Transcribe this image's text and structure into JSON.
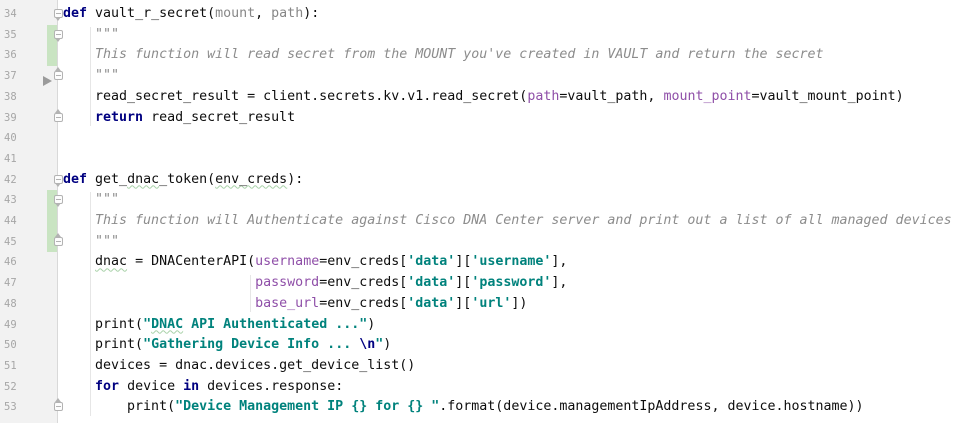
{
  "app": {
    "title": "Python code editor"
  },
  "editor": {
    "first_line": 34,
    "colors": {
      "background": "#ffffff",
      "gutter_background": "#f2f2f2",
      "gutter_separator": "#d9d9d9",
      "line_number": "#a6a6a6",
      "plain": "#0d0d0d",
      "keyword": "#000080",
      "string": "#00827c",
      "keyword_argument": "#8f4fa8",
      "docstring": "#8c8c8c",
      "parameter": "#878787",
      "squiggle": "#a8d1a8",
      "change_bar": "#c9e4c2",
      "fold_marker": "#b3b3b3",
      "run_arrow": "#9b9b9b",
      "indent_guide": "#e6e6e6"
    },
    "gutter": {
      "change_bars": [
        {
          "from": 35,
          "to": 36
        },
        {
          "from": 43,
          "to": 45
        }
      ],
      "folds": [
        {
          "line": 34,
          "dir": "down"
        },
        {
          "line": 35,
          "dir": "down"
        },
        {
          "line": 37,
          "dir": "up"
        },
        {
          "line": 39,
          "dir": "up"
        },
        {
          "line": 42,
          "dir": "down"
        },
        {
          "line": 43,
          "dir": "down"
        },
        {
          "line": 45,
          "dir": "up"
        },
        {
          "line": 53,
          "dir": "up"
        }
      ],
      "run_arrow_after_line": 37
    },
    "indent_guides": [
      {
        "col": 4,
        "from": 35,
        "to": 39
      },
      {
        "col": 4,
        "from": 43,
        "to": 53
      },
      {
        "col": 24,
        "from": 47,
        "to": 48
      }
    ],
    "lines": [
      {
        "n": 34,
        "t": [
          [
            "kw",
            "def"
          ],
          [
            "pl",
            " vault_r_secret("
          ],
          [
            "param",
            "mount"
          ],
          [
            "pl",
            ", "
          ],
          [
            "param",
            "path"
          ],
          [
            "pl",
            "):"
          ]
        ]
      },
      {
        "n": 35,
        "t": [
          [
            "doc",
            "    \"\"\""
          ]
        ]
      },
      {
        "n": 36,
        "t": [
          [
            "doc",
            "    This function will read secret from the MOUNT you've created in VAULT and return the secret"
          ]
        ]
      },
      {
        "n": 37,
        "t": [
          [
            "doc",
            "    \"\"\""
          ]
        ]
      },
      {
        "n": 38,
        "t": [
          [
            "pl",
            "    read_secret_result = client.secrets.kv.v1.read_secret("
          ],
          [
            "kwarg",
            "path"
          ],
          [
            "pl",
            "=vault_path, "
          ],
          [
            "kwarg",
            "mount_point"
          ],
          [
            "pl",
            "=vault_mount_point)"
          ]
        ]
      },
      {
        "n": 39,
        "t": [
          [
            "pl",
            "    "
          ],
          [
            "kw",
            "return"
          ],
          [
            "pl",
            " read_secret_result"
          ]
        ]
      },
      {
        "n": 40,
        "t": []
      },
      {
        "n": 41,
        "t": []
      },
      {
        "n": 42,
        "t": [
          [
            "kw",
            "def"
          ],
          [
            "pl",
            " get_"
          ],
          [
            "pl sq",
            "dnac"
          ],
          [
            "pl",
            "_token("
          ],
          [
            "pl sq",
            "env_creds"
          ],
          [
            "pl",
            "):"
          ]
        ]
      },
      {
        "n": 43,
        "t": [
          [
            "doc",
            "    \"\"\""
          ]
        ]
      },
      {
        "n": 44,
        "t": [
          [
            "doc",
            "    This function will Authenticate against Cisco DNA Center server and print out a list of all managed devices"
          ]
        ]
      },
      {
        "n": 45,
        "t": [
          [
            "doc",
            "    \"\"\""
          ]
        ]
      },
      {
        "n": 46,
        "t": [
          [
            "pl",
            "    "
          ],
          [
            "pl sq",
            "dnac"
          ],
          [
            "pl",
            " = DNACenterAPI("
          ],
          [
            "kwarg",
            "username"
          ],
          [
            "pl",
            "=env_creds["
          ],
          [
            "str",
            "'data'"
          ],
          [
            "pl",
            "]["
          ],
          [
            "str",
            "'username'"
          ],
          [
            "pl",
            "],"
          ]
        ]
      },
      {
        "n": 47,
        "t": [
          [
            "pl",
            "                        "
          ],
          [
            "kwarg",
            "password"
          ],
          [
            "pl",
            "=env_creds["
          ],
          [
            "str",
            "'data'"
          ],
          [
            "pl",
            "]["
          ],
          [
            "str",
            "'password'"
          ],
          [
            "pl",
            "],"
          ]
        ]
      },
      {
        "n": 48,
        "t": [
          [
            "pl",
            "                        "
          ],
          [
            "kwarg",
            "base_url"
          ],
          [
            "pl",
            "=env_creds["
          ],
          [
            "str",
            "'data'"
          ],
          [
            "pl",
            "]["
          ],
          [
            "str",
            "'url'"
          ],
          [
            "pl",
            "])"
          ]
        ]
      },
      {
        "n": 49,
        "t": [
          [
            "pl",
            "    print("
          ],
          [
            "str",
            "\""
          ],
          [
            "str sq",
            "DNAC"
          ],
          [
            "str",
            " API Authenticated ...\""
          ],
          [
            "pl",
            ")"
          ]
        ]
      },
      {
        "n": 50,
        "t": [
          [
            "pl",
            "    print("
          ],
          [
            "str",
            "\"Gathering Device Info ... "
          ],
          [
            "esc",
            "\\n"
          ],
          [
            "str",
            "\""
          ],
          [
            "pl",
            ")"
          ]
        ]
      },
      {
        "n": 51,
        "t": [
          [
            "pl",
            "    devices = dnac.devices.get_device_list()"
          ]
        ]
      },
      {
        "n": 52,
        "t": [
          [
            "pl",
            "    "
          ],
          [
            "kw",
            "for"
          ],
          [
            "pl",
            " device "
          ],
          [
            "kw",
            "in"
          ],
          [
            "pl",
            " devices.response:"
          ]
        ]
      },
      {
        "n": 53,
        "t": [
          [
            "pl",
            "        print("
          ],
          [
            "str",
            "\"Device Management IP {} for {} \""
          ],
          [
            "pl",
            ".format(device.managementIpAddress, device.hostname))"
          ]
        ]
      }
    ]
  }
}
